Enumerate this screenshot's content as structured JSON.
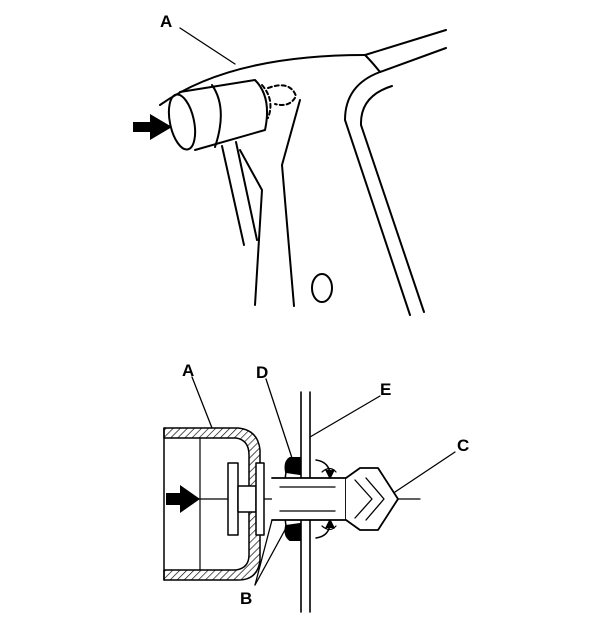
{
  "figure": {
    "top_view": {
      "label_a": "A"
    },
    "bottom_view": {
      "label_a": "A",
      "label_b": "B",
      "label_c": "C",
      "label_d": "D",
      "label_e": "E"
    }
  },
  "colors": {
    "ink": "#000000",
    "background": "#ffffff"
  }
}
